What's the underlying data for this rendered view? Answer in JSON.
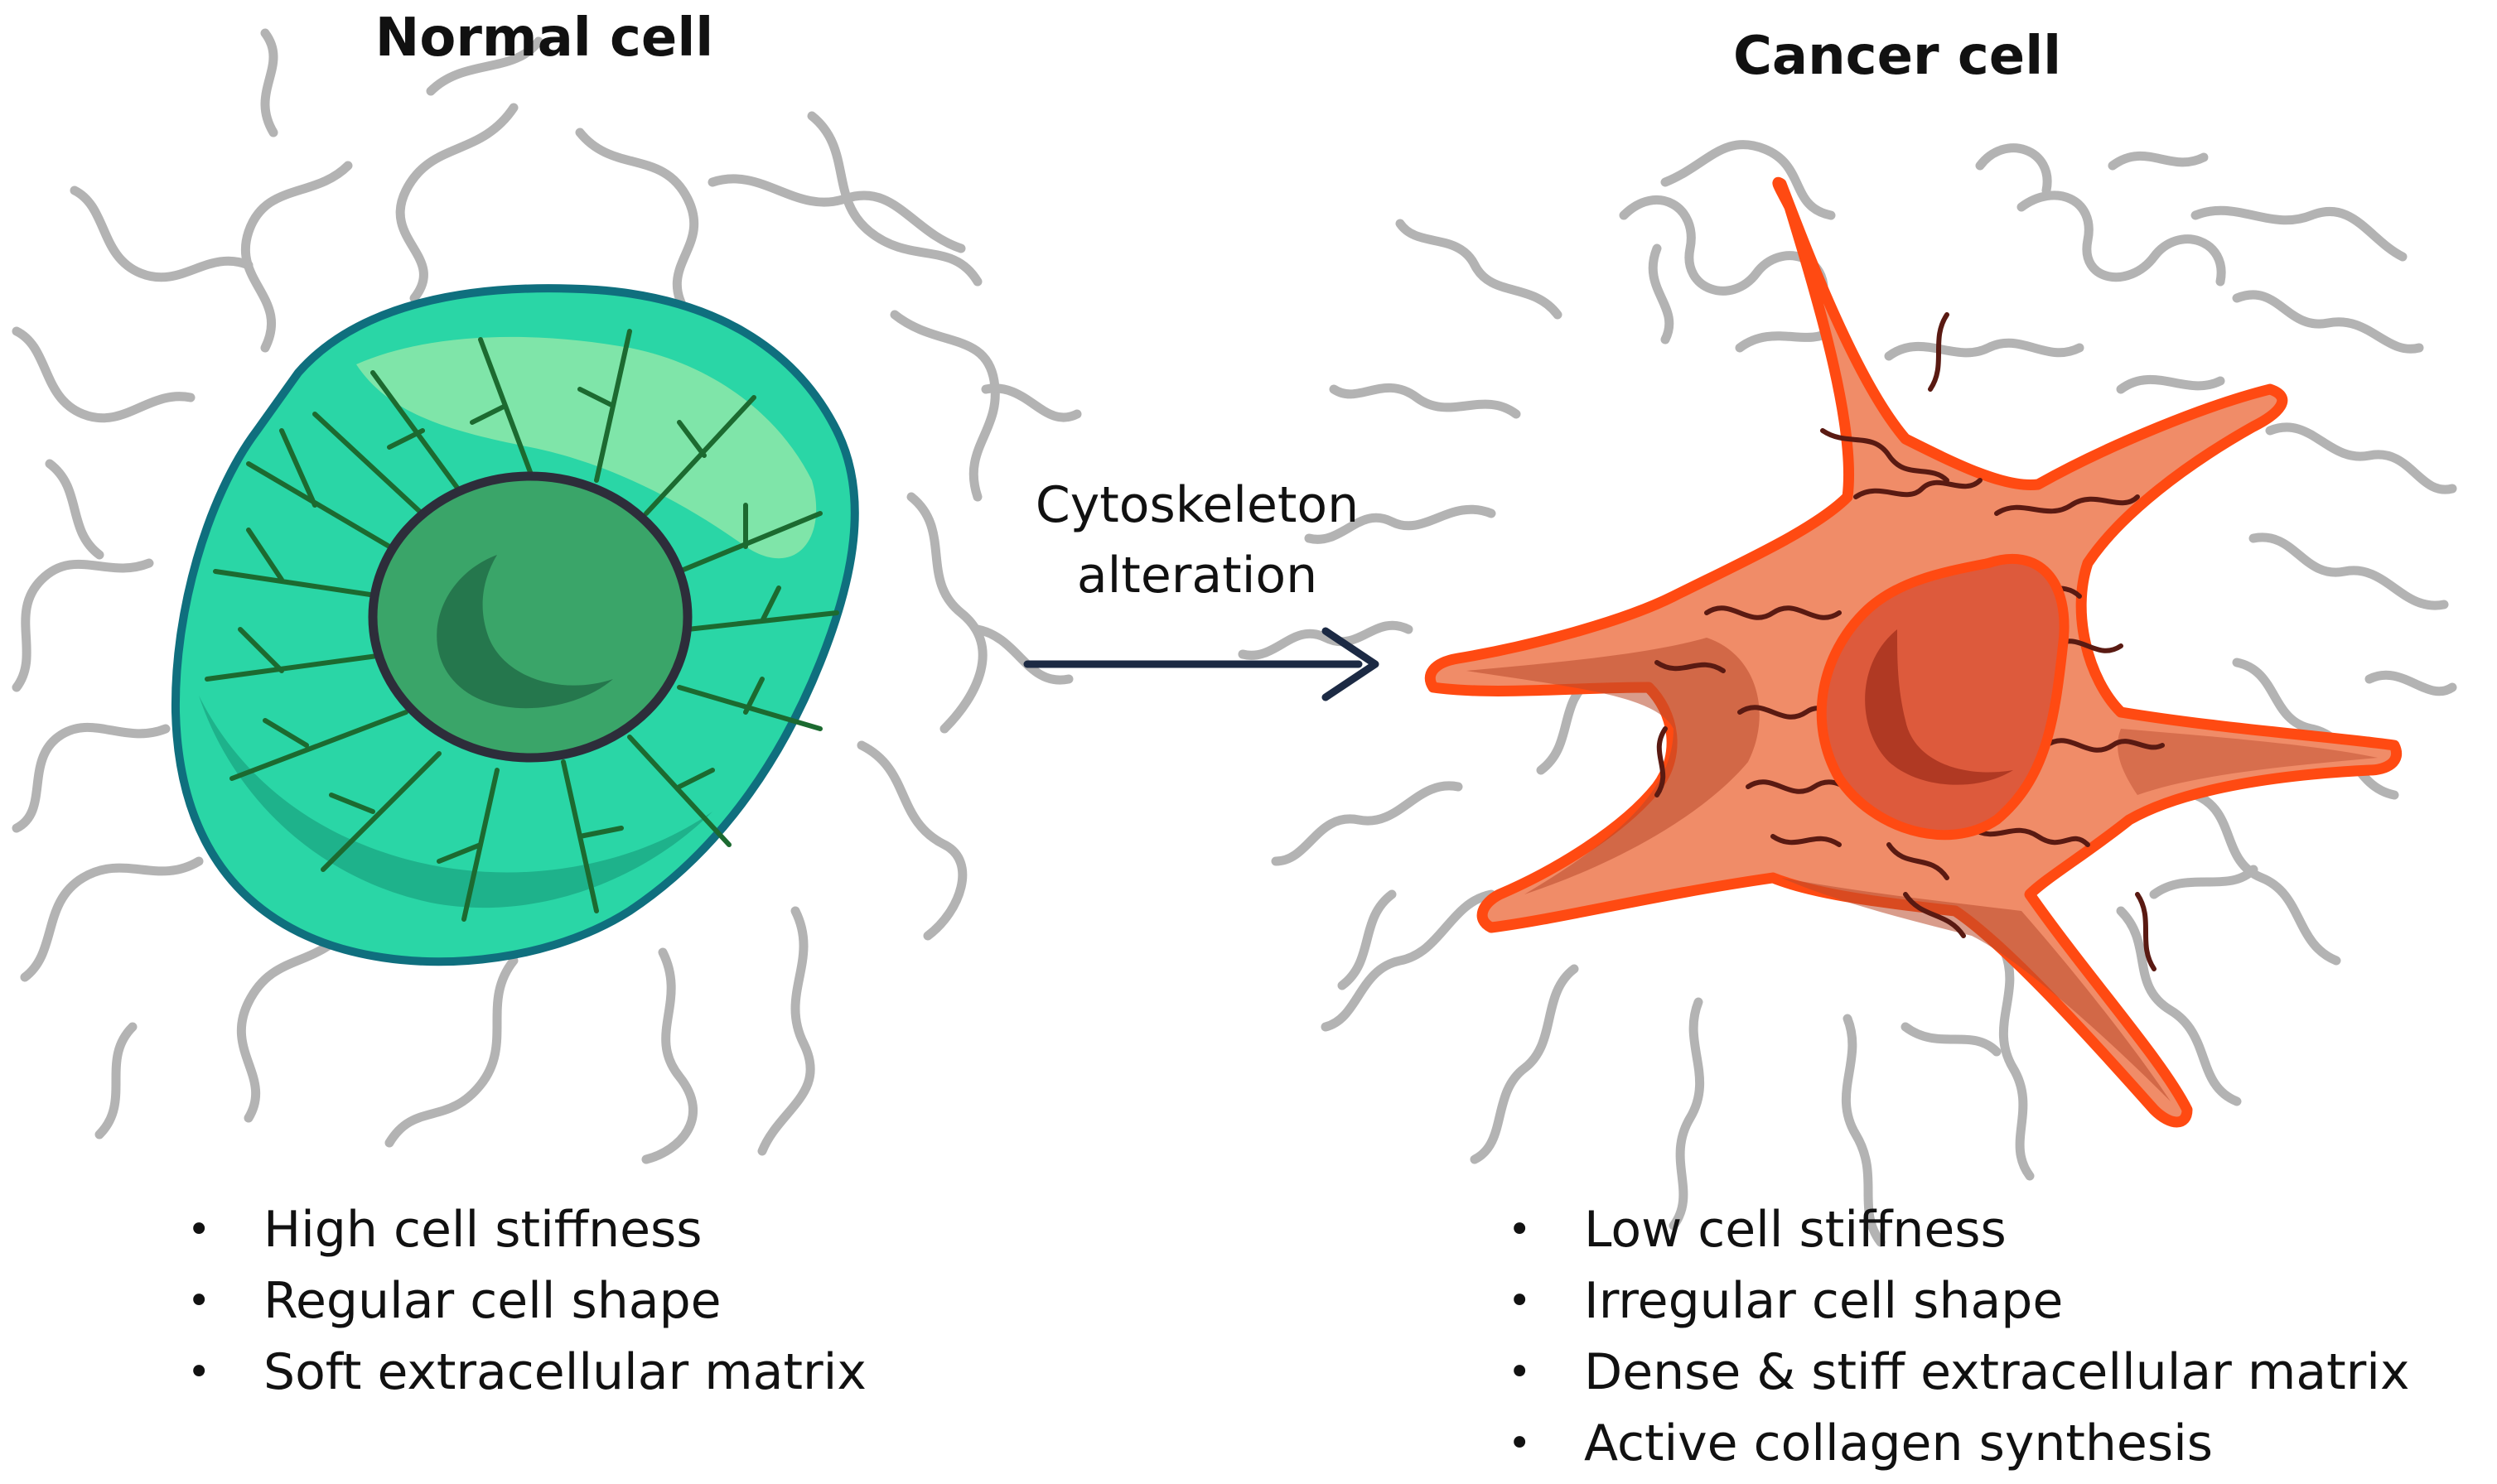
{
  "normal_panel": {
    "title": "Normal cell",
    "properties": [
      "High cell stiffness",
      "Regular cell shape",
      "Soft extracellular matrix"
    ]
  },
  "transition": {
    "label_line1": "Cytoskeleton",
    "label_line2": "alteration"
  },
  "cancer_panel": {
    "title": "Cancer cell",
    "properties": [
      "Low cell stiffness",
      "Irregular cell shape",
      "Dense & stiff extracellular matrix",
      "Active collagen synthesis"
    ]
  },
  "bullet_symbol": "•",
  "colors": {
    "matrix_fiber": "#b3b3b3",
    "normal_cell_fill": "#2ad6a6",
    "normal_cell_outline": "#0f6f7e",
    "normal_cytoskeleton": "#1c6a30",
    "normal_nucleus": "#3aa569",
    "nucleus_outline": "#2d2d3a",
    "cancer_cell_fill": "#f08c68",
    "cancer_cell_outline": "#ff4a12",
    "cancer_cytoskeleton": "#5a1a12",
    "cancer_nucleus": "#dd5a3c",
    "arrow": "#1c2a44"
  }
}
